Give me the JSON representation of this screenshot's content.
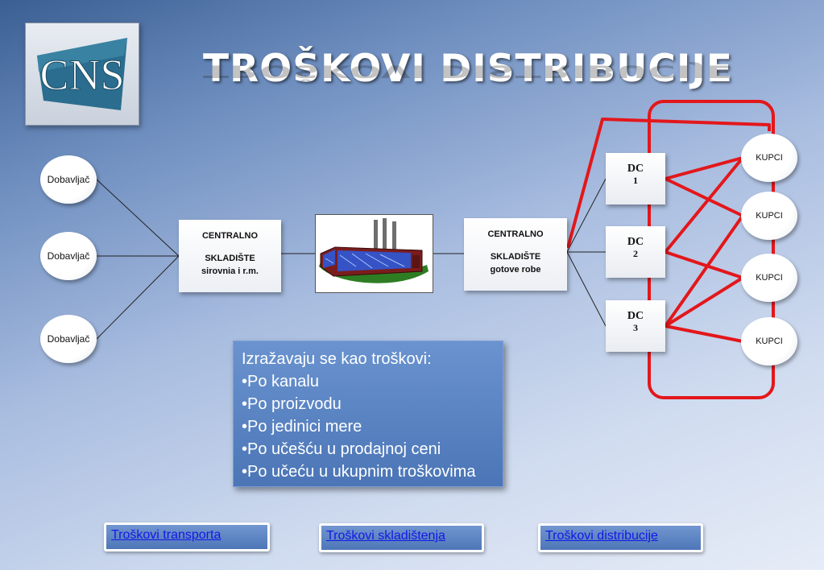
{
  "logo": {
    "text": "CNS"
  },
  "title": "TROŠKOVI DISTRIBUCIJE",
  "suppliers": [
    "Dobavljač",
    "Dobavljač",
    "Dobavljač"
  ],
  "central_raw": {
    "line1": "CENTRALNO",
    "line2": "SKLADIŠTE",
    "line3": "sirovnia i r.m."
  },
  "central_finished": {
    "line1": "CENTRALNO",
    "line2": "SKLADIŠTE",
    "line3": "gotove robe"
  },
  "dcs": [
    {
      "label": "DC",
      "num": "1"
    },
    {
      "label": "DC",
      "num": "2"
    },
    {
      "label": "DC",
      "num": "3"
    }
  ],
  "customers": [
    "KUPCI",
    "KUPCI",
    "KUPCI",
    "KUPCI"
  ],
  "info": {
    "heading": "Izražavaju se kao troškovi:",
    "items": [
      "•Po kanalu",
      "•Po proizvodu",
      "•Po jedinici mere",
      "•Po učešću u prodajnoj ceni",
      "•Po učeću u ukupnim troškovima"
    ]
  },
  "links": [
    "Troškovi transporta",
    "Troškovi skladištenja",
    "Troškovi distribucije"
  ],
  "colors": {
    "highlight": "#e3171b",
    "info_bg": "#5580c0",
    "link": "#1418e6"
  }
}
